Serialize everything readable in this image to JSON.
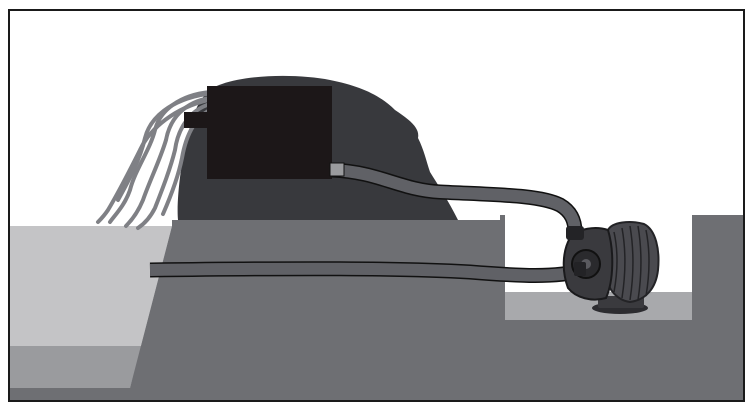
{
  "diagram": {
    "kind": "illustration",
    "components": [
      "frame",
      "ground",
      "pond-water",
      "rock-mound",
      "waterfall-streams",
      "spillway-box",
      "discharge-hose",
      "intake-hose",
      "pump-basin",
      "pump"
    ],
    "colors": {
      "background": "#ffffff",
      "border": "#1a1a1a",
      "ground": "#6e6f73",
      "pond_water": "#c4c4c6",
      "pond_deep_water": "#9a9b9e",
      "rock": "#38393d",
      "spillway": "#1c1718",
      "hose": "#606166",
      "hose_outline": "#111111",
      "pump_body": "#4a4a4f",
      "pump_dark": "#232326",
      "basin_water": "#a8a9ac",
      "stream": "#7f8085"
    }
  }
}
